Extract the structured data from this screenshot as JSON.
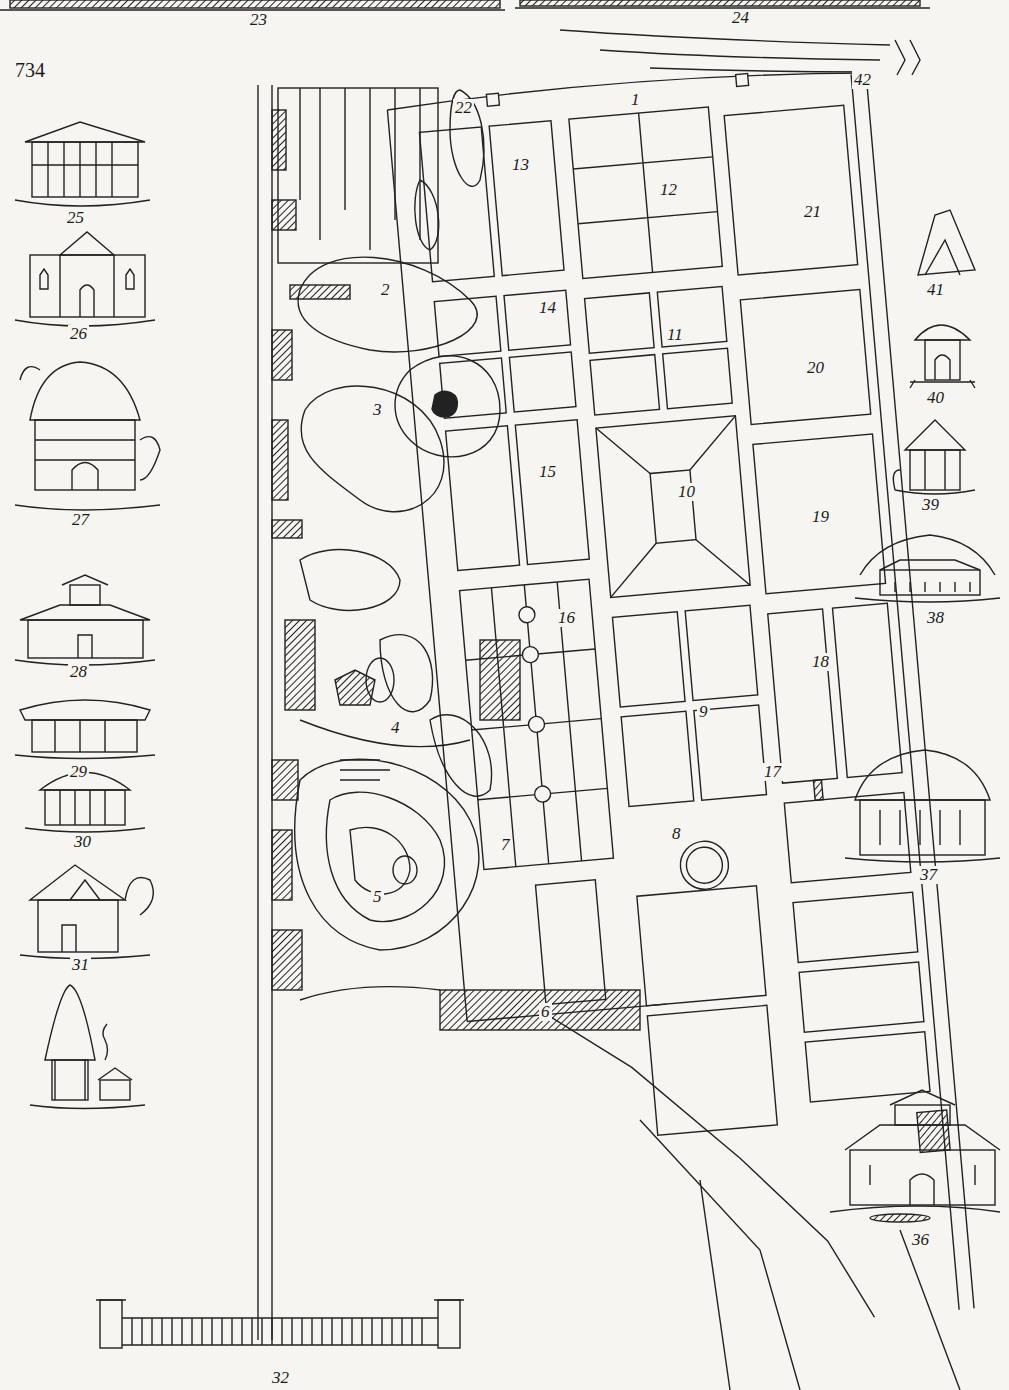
{
  "diagram": {
    "labels": [
      "23",
      "24",
      "734",
      "42",
      "1",
      "22",
      "13",
      "12",
      "21",
      "2",
      "14",
      "11",
      "20",
      "41",
      "10",
      "15",
      "19",
      "40",
      "3",
      "39",
      "16",
      "38",
      "9",
      "18",
      "4",
      "17",
      "7",
      "8",
      "37",
      "5",
      "6",
      "25",
      "26",
      "27",
      "28",
      "29",
      "30",
      "31",
      "32",
      "36"
    ]
  }
}
